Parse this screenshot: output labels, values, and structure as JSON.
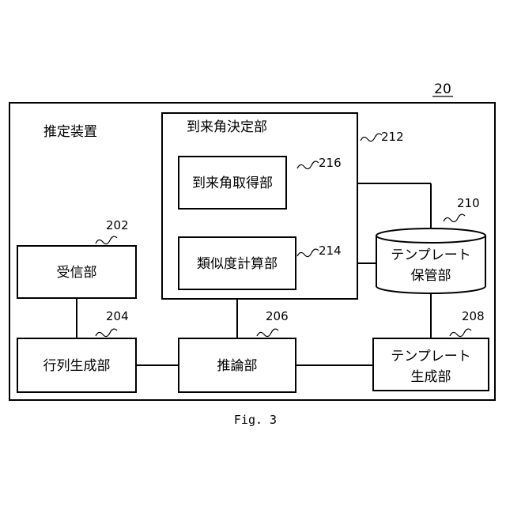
{
  "figure": {
    "ref_number": "20",
    "caption": "Fig. 3"
  },
  "device": {
    "label": "推定装置"
  },
  "blocks": {
    "arrival_angle_determination": {
      "label": "到来角決定部",
      "ref": "212"
    },
    "arrival_angle_acquisition": {
      "label": "到来角取得部",
      "ref": "216"
    },
    "similarity_calculation": {
      "label": "類似度計算部",
      "ref": "214"
    },
    "template_storage": {
      "line1": "テンプレート",
      "line2": "保管部",
      "ref": "210"
    },
    "receiver": {
      "label": "受信部",
      "ref": "202"
    },
    "matrix_generation": {
      "label": "行列生成部",
      "ref": "204"
    },
    "inference": {
      "label": "推論部",
      "ref": "206"
    },
    "template_generation": {
      "line1": "テンプレート",
      "line2": "生成部",
      "ref": "208"
    }
  }
}
